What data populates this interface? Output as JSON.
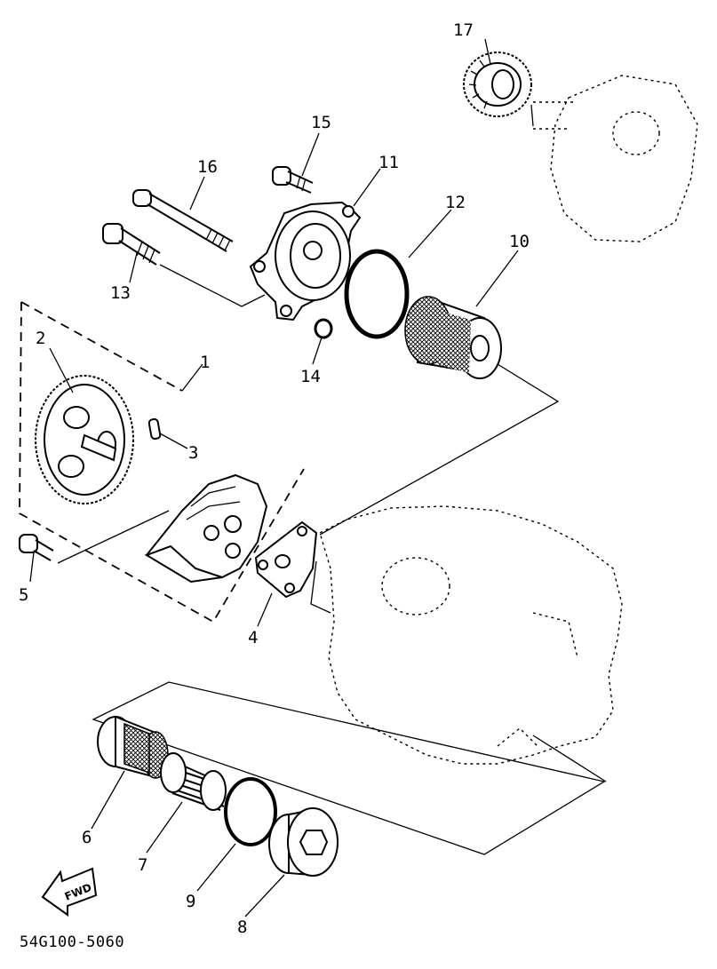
{
  "diagram": {
    "catalog_code": "54G100-5060",
    "fwd_label": "FWD",
    "callouts": [
      {
        "id": "1",
        "label": "1"
      },
      {
        "id": "2",
        "label": "2"
      },
      {
        "id": "3",
        "label": "3"
      },
      {
        "id": "4",
        "label": "4"
      },
      {
        "id": "5",
        "label": "5"
      },
      {
        "id": "6",
        "label": "6"
      },
      {
        "id": "7",
        "label": "7"
      },
      {
        "id": "8",
        "label": "8"
      },
      {
        "id": "9",
        "label": "9"
      },
      {
        "id": "10",
        "label": "10"
      },
      {
        "id": "11",
        "label": "11"
      },
      {
        "id": "12",
        "label": "12"
      },
      {
        "id": "13",
        "label": "13"
      },
      {
        "id": "14",
        "label": "14"
      },
      {
        "id": "15",
        "label": "15"
      },
      {
        "id": "16",
        "label": "16"
      },
      {
        "id": "17",
        "label": "17"
      }
    ]
  }
}
